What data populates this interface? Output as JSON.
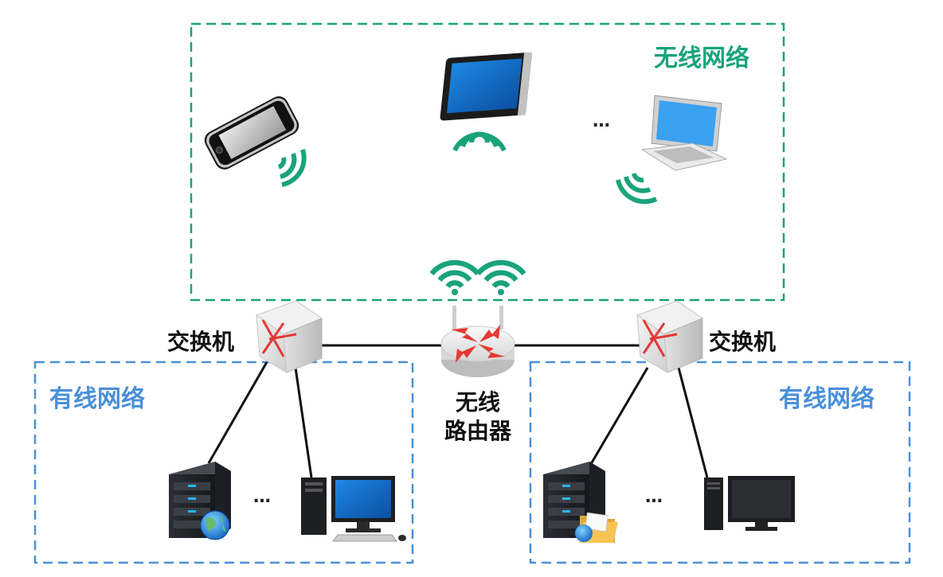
{
  "zones": {
    "wireless": {
      "label": "无线网络",
      "color": "#1aa37a"
    },
    "wired_left": {
      "label": "有线网络",
      "color": "#4a90d9"
    },
    "wired_right": {
      "label": "有线网络",
      "color": "#4a90d9"
    }
  },
  "devices": {
    "switch_left": {
      "label": "交换机",
      "icon": "switch-icon"
    },
    "switch_right": {
      "label": "交换机",
      "icon": "switch-icon"
    },
    "router": {
      "label_line1": "无线",
      "label_line2": "路由器",
      "icon": "wireless-router-icon"
    },
    "phone": {
      "icon": "smartphone-icon"
    },
    "tablet": {
      "icon": "tablet-icon"
    },
    "laptop": {
      "icon": "laptop-icon"
    },
    "server_left": {
      "icon": "web-server-icon"
    },
    "desktop_left": {
      "icon": "desktop-computer-icon"
    },
    "server_right": {
      "icon": "file-server-icon"
    },
    "desktop_right": {
      "icon": "desktop-computer-icon"
    }
  },
  "ellipses": {
    "wireless": "…",
    "wired_left": "…",
    "wired_right": "…"
  }
}
